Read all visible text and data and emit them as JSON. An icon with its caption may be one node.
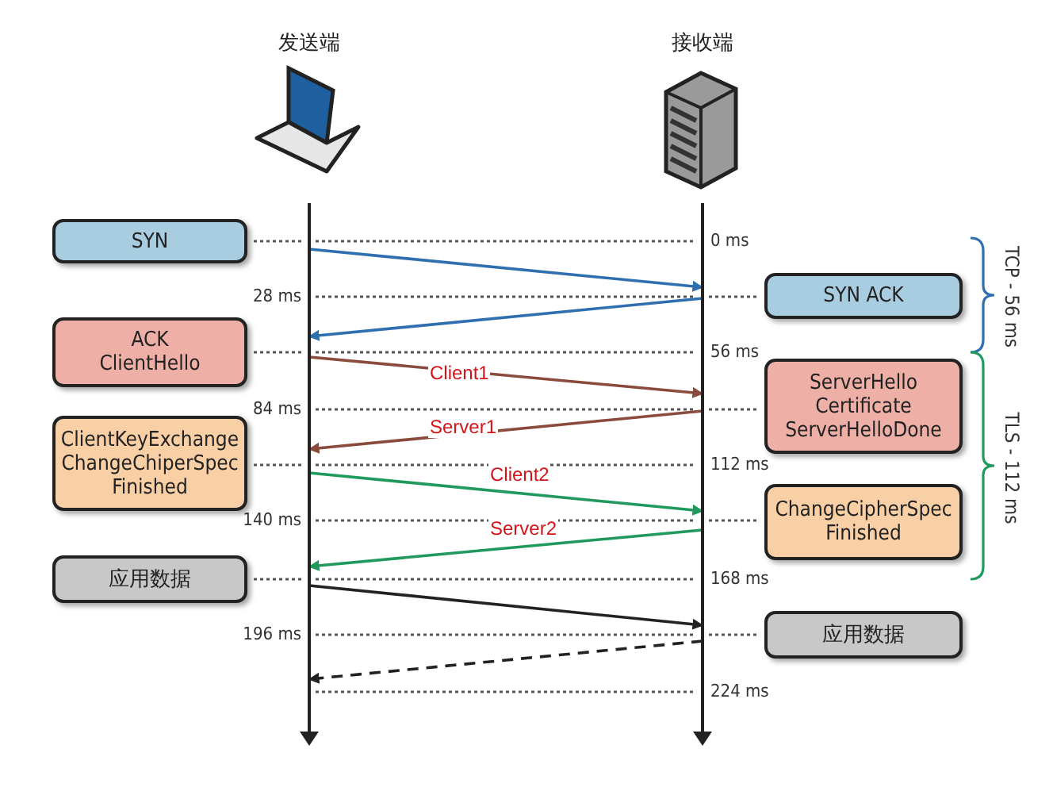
{
  "diagram": {
    "nodes": [
      {
        "text": [
          "发送端"
        ]
      },
      {
        "text": [
          "接收端"
        ]
      },
      {
        "text": [
          "SYN"
        ]
      },
      {
        "text": [
          "ACK",
          "ClientHello"
        ]
      },
      {
        "text": [
          "ClientKeyExchange",
          "ChangeChiperSpec",
          "Finished"
        ]
      },
      {
        "text": [
          "应用数据"
        ]
      },
      {
        "text": [
          "SYN ACK"
        ]
      },
      {
        "text": [
          "ServerHello",
          "Certificate",
          "ServerHelloDone"
        ]
      },
      {
        "text": [
          "ChangeCipherSpec",
          "Finished"
        ]
      },
      {
        "text": [
          "应用数据"
        ]
      }
    ],
    "edges": [
      {
        "from": 0,
        "to": 1,
        "arrow": "to",
        "color": "#2f6fb0"
      },
      {
        "from": 1,
        "to": 0,
        "arrow": "to",
        "color": "#2f6fb0"
      },
      {
        "from": 0,
        "to": 1,
        "arrow": "to",
        "label": "Client1",
        "color": "#8a4a3c"
      },
      {
        "from": 1,
        "to": 0,
        "arrow": "to",
        "label": "Server1",
        "color": "#8a4a3c"
      },
      {
        "from": 0,
        "to": 1,
        "arrow": "to",
        "label": "Client2",
        "color": "#1f9a5c"
      },
      {
        "from": 1,
        "to": 0,
        "arrow": "to",
        "label": "Server2",
        "color": "#1f9a5c"
      },
      {
        "from": 0,
        "to": 1,
        "arrow": "to",
        "color": "#222222"
      },
      {
        "from": 1,
        "to": 0,
        "arrow": "to",
        "style": "dashed",
        "color": "#222222"
      }
    ],
    "labels": [
      "0 ms",
      "TCP - 56 ms",
      "28 ms",
      "56 ms",
      "84 ms",
      "TLS - 112 ms",
      "112 ms",
      "140 ms",
      "168 ms",
      "196 ms",
      "224 ms"
    ]
  }
}
